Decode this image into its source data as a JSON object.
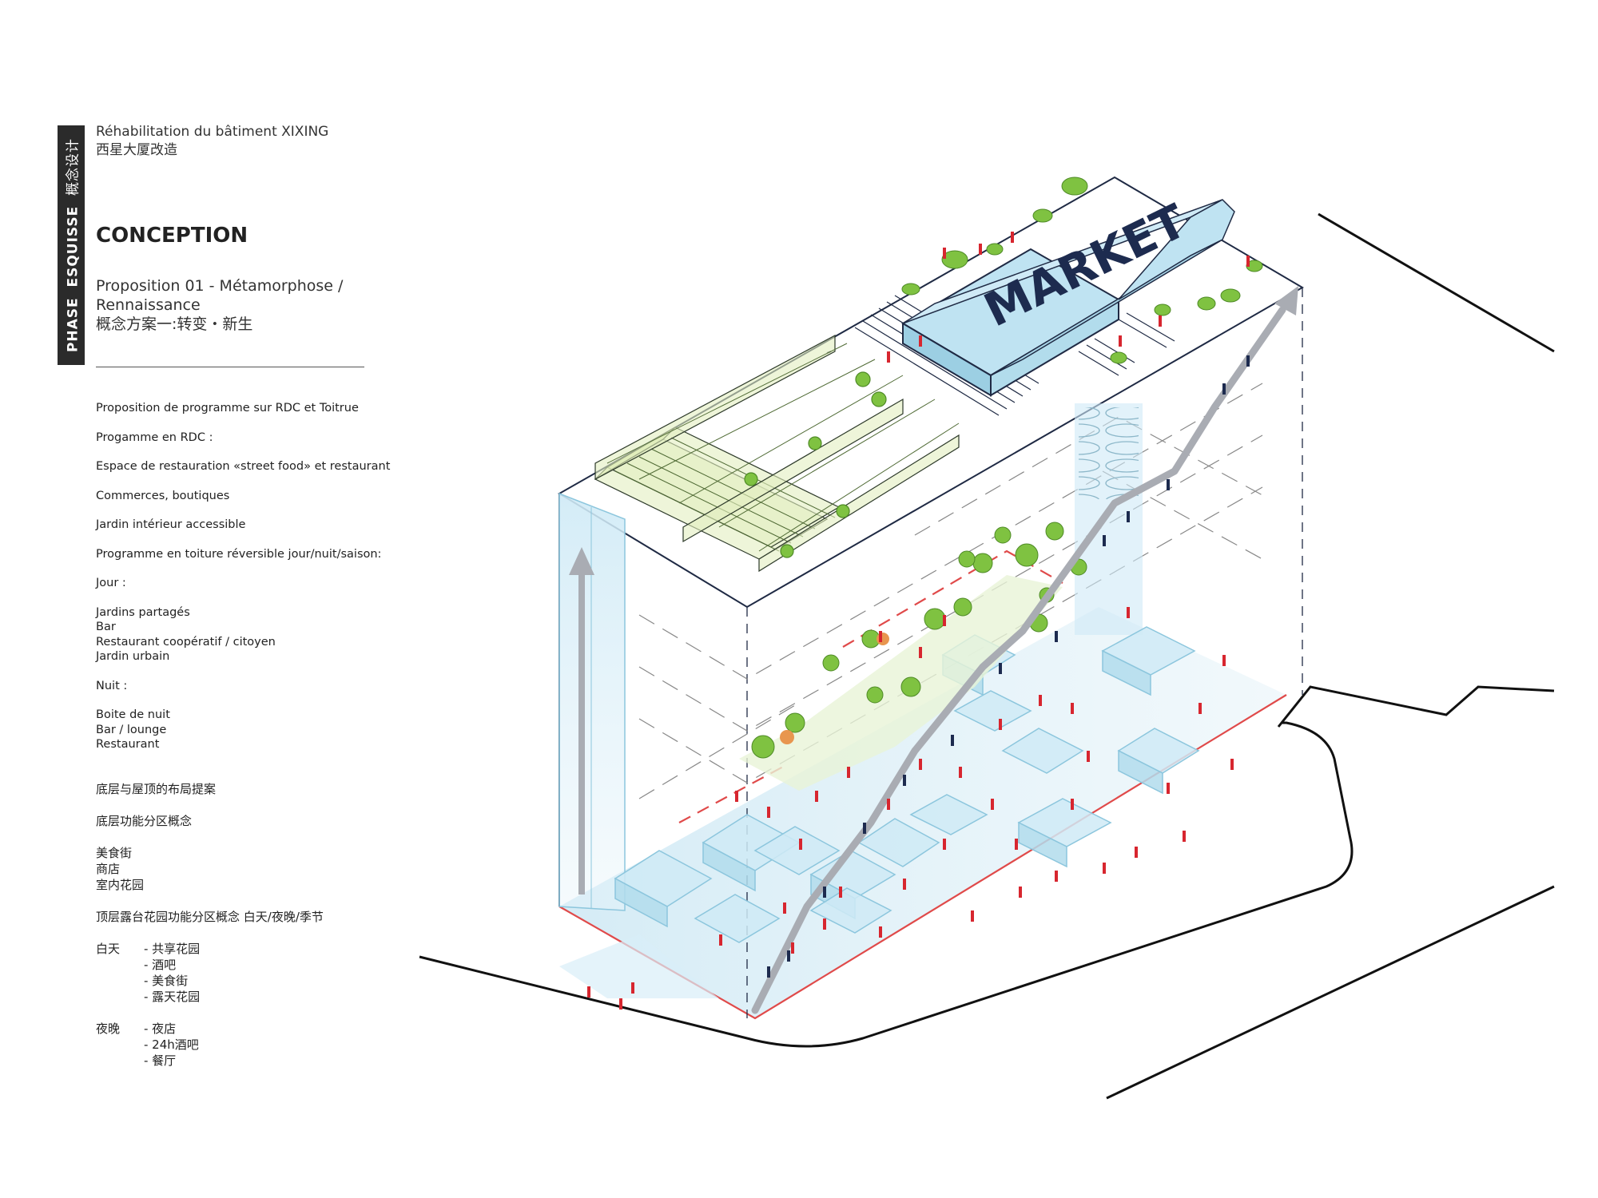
{
  "sidebar_tab": {
    "phase": "PHASE",
    "esquisse": "ESQUISSE",
    "zh": "概念设计"
  },
  "header": {
    "title_fr": "Réhabilitation du bâtiment XIXING",
    "title_zh": "西星大厦改造"
  },
  "section_title": "CONCEPTION",
  "proposition": {
    "line1": "Proposition 01 - Métamorphose /",
    "line2": "Rennaissance",
    "line3": "概念方案一:转变・新生"
  },
  "program": {
    "items": [
      "Proposition de programme sur RDC et Toitrue",
      "Progamme en RDC :",
      "Espace de restauration «street food» et restaurant",
      "Commerces, boutiques",
      "Jardin intérieur accessible",
      "Programme en toiture réversible jour/nuit/saison:",
      "Jour :"
    ],
    "jour": [
      "Jardins partagés",
      "Bar",
      "Restaurant coopératif / citoyen",
      "Jardin urbain"
    ],
    "nuit_label": "Nuit :",
    "nuit": [
      "Boite de nuit",
      "Bar / lounge",
      "Restaurant"
    ]
  },
  "zh_program": {
    "line1": "底层与屋顶的布局提案",
    "line2": "底层功能分区概念",
    "rdc": [
      "美食街",
      "商店",
      "室内花园"
    ],
    "roof_title": "顶层露台花园功能分区概念 白天/夜晚/季节",
    "day_label": "白天",
    "day": [
      "- 共享花园",
      "- 酒吧",
      "- 美食街",
      "- 露天花园"
    ],
    "night_label": "夜晚",
    "night": [
      "- 夜店",
      "- 24h酒吧",
      "- 餐厅"
    ]
  },
  "diagram": {
    "market_label": "MARKET",
    "colors": {
      "line": "#1f2a44",
      "glass": "#bfe3f2",
      "glass_dark": "#8cc6dd",
      "people_red": "#d7262f",
      "people_navy": "#1d2b4f",
      "tree": "#7fc241",
      "arrow": "#a9acb3",
      "boundary": "#e04a4a"
    }
  }
}
